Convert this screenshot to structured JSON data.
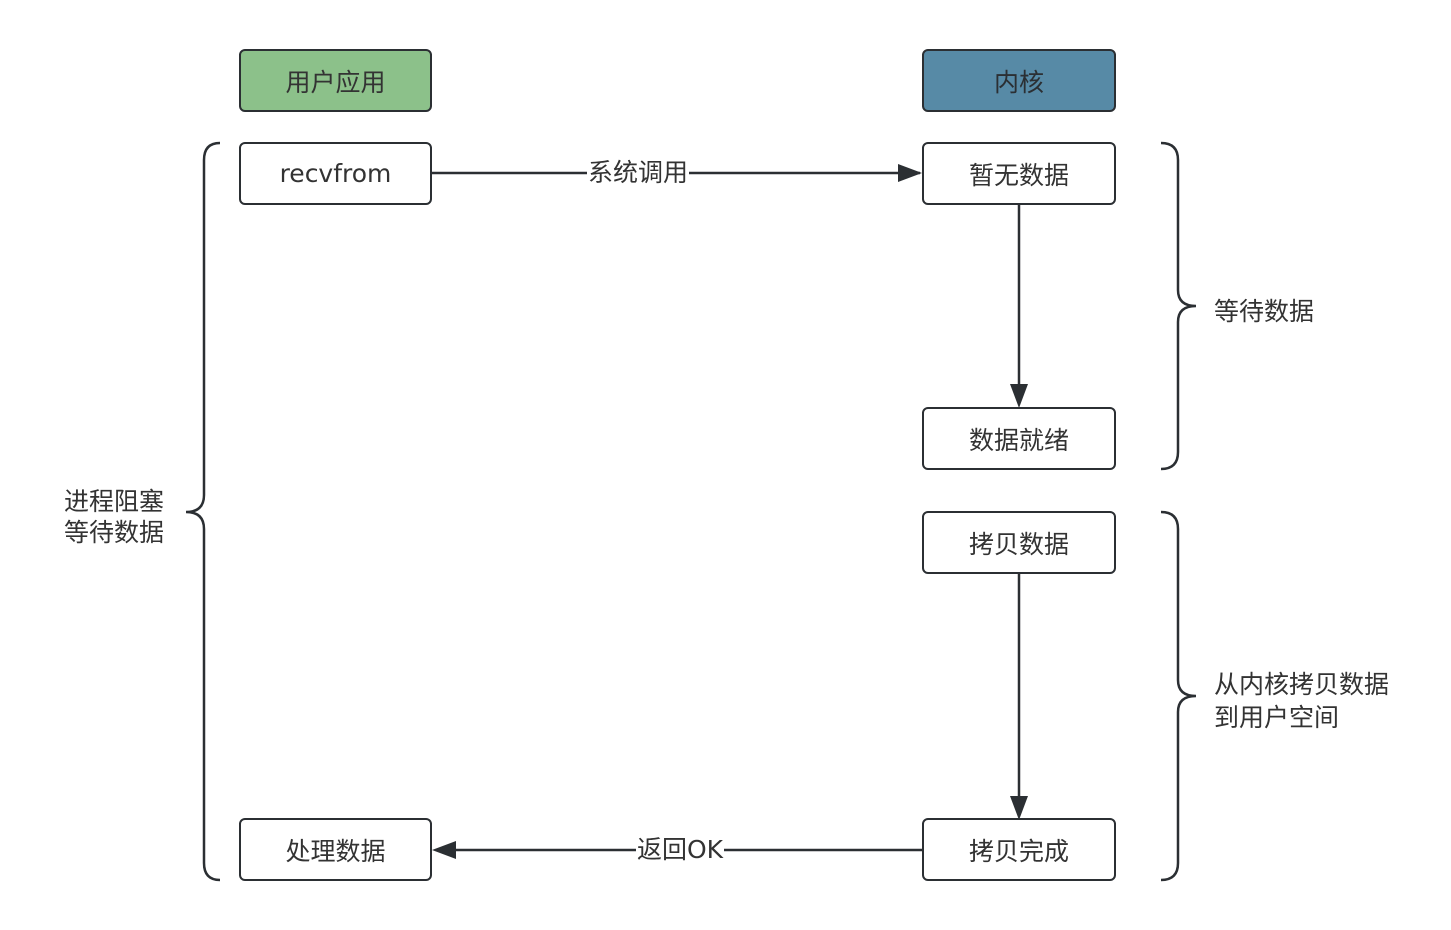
{
  "lanes": {
    "user": "用户应用",
    "kernel": "内核"
  },
  "nodes": {
    "recvfrom": "recvfrom",
    "no_data": "暂无数据",
    "data_ready": "数据就绪",
    "copy_data": "拷贝数据",
    "copy_done": "拷贝完成",
    "process_data": "处理数据"
  },
  "edges": {
    "syscall": "系统调用",
    "return_ok": "返回OK"
  },
  "braces": {
    "left_line1": "进程阻塞",
    "left_line2": "等待数据",
    "right_top": "等待数据",
    "right_bottom_line1": "从内核拷贝数据",
    "right_bottom_line2": "到用户空间"
  },
  "colors": {
    "user_header": "#8cc18a",
    "kernel_header": "#578aa6",
    "stroke": "#2b2f33"
  }
}
